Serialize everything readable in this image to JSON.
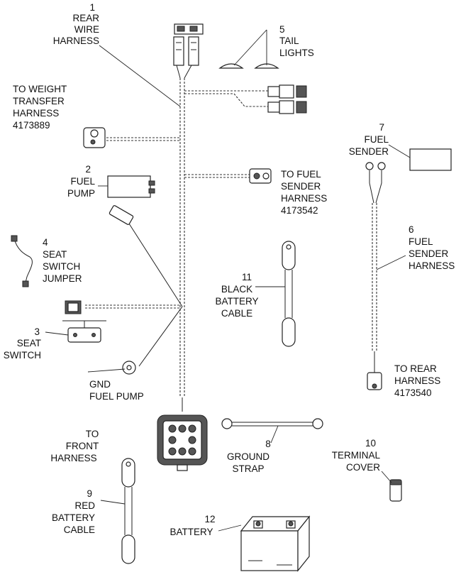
{
  "labels": {
    "rear_wire_harness": {
      "num": "1",
      "l1": "REAR",
      "l2": "WIRE",
      "l3": "HARNESS"
    },
    "fuel_pump": {
      "num": "2",
      "l1": "FUEL",
      "l2": "PUMP"
    },
    "seat_switch": {
      "num": "3",
      "l1": "SEAT",
      "l2": "SWITCH"
    },
    "seat_switch_jumper": {
      "num": "4",
      "l1": "SEAT",
      "l2": "SWITCH",
      "l3": "JUMPER"
    },
    "tail_lights": {
      "num": "5",
      "l1": "TAIL",
      "l2": "LIGHTS"
    },
    "fuel_sender_harness": {
      "num": "6",
      "l1": "FUEL",
      "l2": "SENDER",
      "l3": "HARNESS"
    },
    "fuel_sender": {
      "num": "7",
      "l1": "FUEL",
      "l2": "SENDER"
    },
    "ground_strap": {
      "num": "8",
      "l1": "GROUND",
      "l2": "STRAP"
    },
    "red_battery_cable": {
      "num": "9",
      "l1": "RED",
      "l2": "BATTERY",
      "l3": "CABLE"
    },
    "terminal_cover": {
      "num": "10",
      "l1": "TERMINAL",
      "l2": "COVER"
    },
    "black_battery_cable": {
      "num": "11",
      "l1": "BLACK",
      "l2": "BATTERY",
      "l3": "CABLE"
    },
    "battery": {
      "num": "12",
      "l1": "BATTERY"
    }
  },
  "callouts": {
    "weight_transfer": {
      "l1": "TO WEIGHT",
      "l2": "TRANSFER",
      "l3": "HARNESS",
      "l4": "4173889"
    },
    "fuel_sender_conn": {
      "l1": "TO FUEL",
      "l2": "SENDER",
      "l3": "HARNESS",
      "l4": "4173542"
    },
    "rear_harness": {
      "l1": "TO REAR",
      "l2": "HARNESS",
      "l3": "4173540"
    },
    "front_harness": {
      "l1": "TO",
      "l2": "FRONT",
      "l3": "HARNESS"
    },
    "gnd_fuel_pump": {
      "l1": "GND",
      "l2": "FUEL PUMP"
    }
  }
}
